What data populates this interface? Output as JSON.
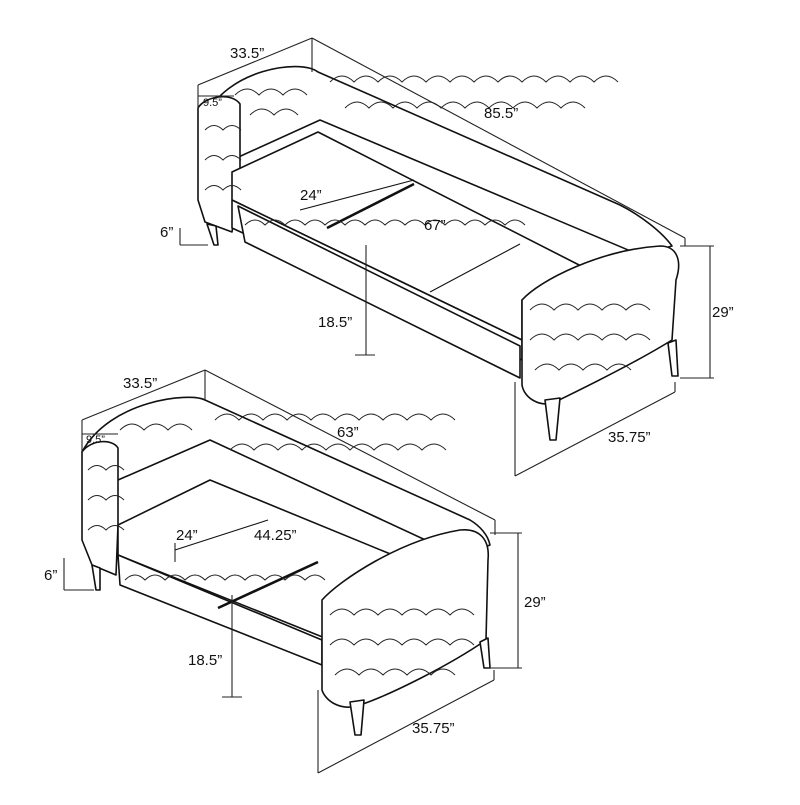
{
  "sofa_large": {
    "depth": "33.5”",
    "arm_width": "9.5”",
    "length": "85.5”",
    "seat_depth": "24”",
    "seat_width": "67”",
    "leg_height": "6”",
    "seat_height": "18.5”",
    "height": "29”",
    "arm_depth": "35.75”"
  },
  "sofa_small": {
    "depth": "33.5”",
    "arm_width": "9.5”",
    "length": "63”",
    "seat_depth": "24”",
    "seat_width": "44.25”",
    "leg_height": "6”",
    "seat_height": "18.5”",
    "height": "29”",
    "arm_depth": "35.75”"
  }
}
